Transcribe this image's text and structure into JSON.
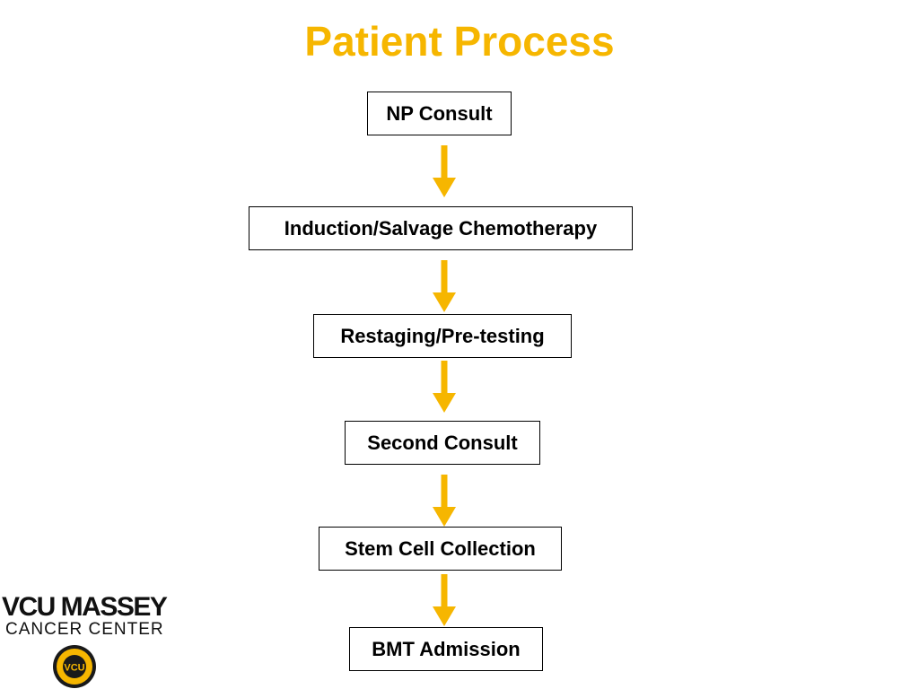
{
  "title": "Patient Process",
  "steps": [
    "NP Consult",
    "Induction/Salvage Chemotherapy",
    "Restaging/Pre-testing",
    "Second Consult",
    "Stem Cell Collection",
    "BMT Admission"
  ],
  "logo": {
    "line1": "VCU MASSEY",
    "line2": "CANCER CENTER",
    "seal_text": "VCU"
  },
  "colors": {
    "title": "#f6b600",
    "arrow": "#f6b600",
    "box_border": "#000000",
    "text": "#000000"
  },
  "icons": {
    "arrow": "arrow-down-icon",
    "seal": "vcu-seal-icon"
  }
}
